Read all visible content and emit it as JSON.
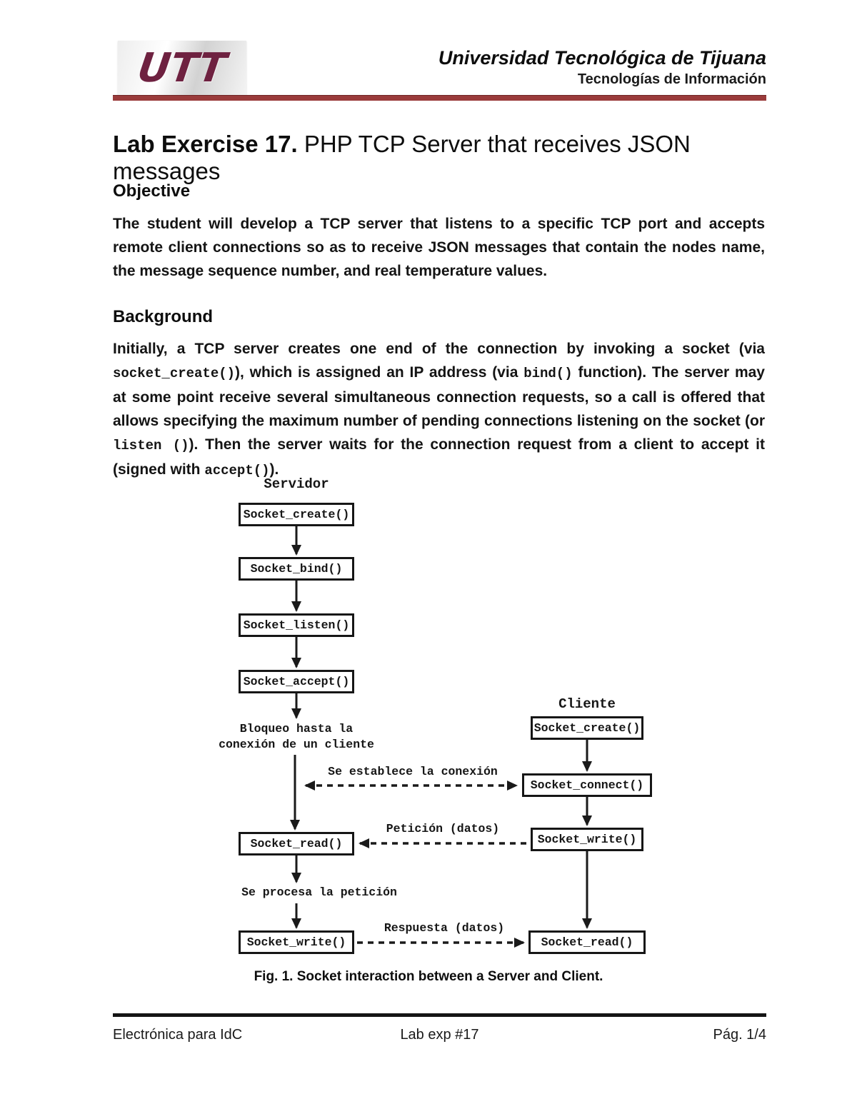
{
  "header": {
    "logo_text": "UTT",
    "university": "Universidad Tecnológica de Tijuana",
    "department": "Tecnologías de Información",
    "accent_color": "#9a3b3b",
    "logo_color": "#6e2140"
  },
  "title": {
    "bold": "Lab Exercise 17.",
    "rest": " PHP TCP Server that receives JSON messages"
  },
  "sections": {
    "objective": {
      "heading": "Objective",
      "body": "The student will develop a TCP server that listens to a specific TCP port and accepts remote client connections so as to receive JSON messages that contain the nodes name, the message sequence number, and real temperature values."
    },
    "background": {
      "heading": "Background",
      "segments": [
        {
          "text": "Initially, a TCP server creates one end of the connection by invoking a socket (via ",
          "code": false
        },
        {
          "text": "socket_create()",
          "code": true
        },
        {
          "text": "), which is assigned an IP address (via ",
          "code": false
        },
        {
          "text": "bind()",
          "code": true
        },
        {
          "text": " function). The server may at some point receive several simultaneous connection requests, so a call is offered that allows specifying the maximum number of pending connections listening on the socket (or ",
          "code": false
        },
        {
          "text": "listen ()",
          "code": true
        },
        {
          "text": "). Then the server waits for the connection request from a client to accept it (signed with ",
          "code": false
        },
        {
          "text": "accept()",
          "code": true
        },
        {
          "text": ").",
          "code": false
        }
      ]
    }
  },
  "figure": {
    "server_label": "Servidor",
    "client_label": "Cliente",
    "server_boxes": [
      "Socket_create()",
      "Socket_bind()",
      "Socket_listen()",
      "Socket_accept()",
      "Socket_read()",
      "Socket_write()"
    ],
    "client_boxes": [
      "Socket_create()",
      "Socket_connect()",
      "Socket_write()",
      "Socket_read()"
    ],
    "annotations": {
      "blocking_line1": "Bloqueo hasta la",
      "blocking_line2": "conexión de un cliente",
      "connection": "Se establece la conexión",
      "request": "Petición (datos)",
      "process": "Se procesa la petición",
      "response": "Respuesta (datos)"
    },
    "caption": "Fig. 1. Socket interaction between a Server and Client.",
    "line_color": "#1a1a1a"
  },
  "footer": {
    "left": "Electrónica para IdC",
    "center": "Lab exp #17",
    "right": "Pág. 1/4"
  }
}
